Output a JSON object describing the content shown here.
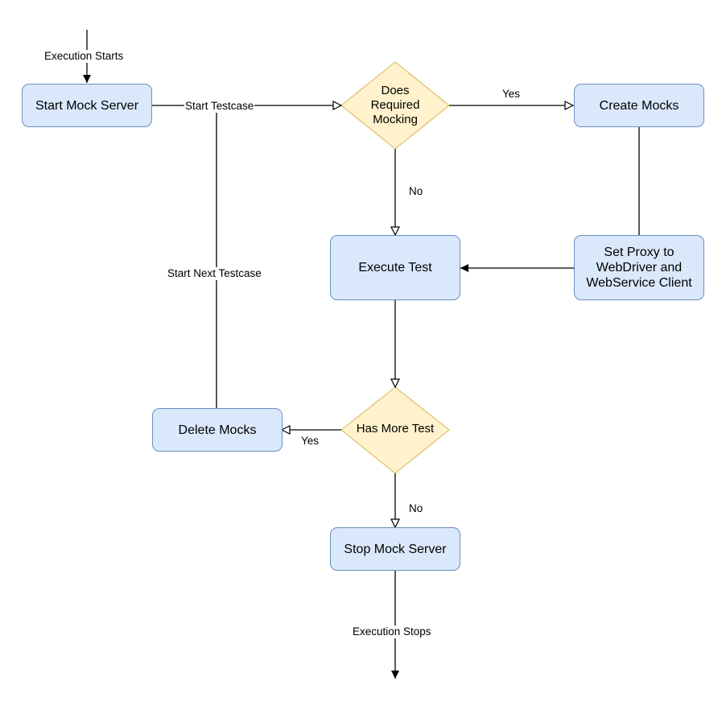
{
  "colors": {
    "process_fill": "#dae8fc",
    "process_stroke": "#6c8ebf",
    "decision_fill": "#fff2cc",
    "decision_stroke": "#d6b656",
    "edge": "#000000"
  },
  "nodes": {
    "start_mock_server": "Start Mock Server",
    "does_required_mocking": "Does\nRequired\nMocking",
    "create_mocks": "Create Mocks",
    "execute_test": "Execute Test",
    "set_proxy": "Set Proxy to\nWebDriver and\nWebService Client",
    "has_more_test": "Has More Test",
    "delete_mocks": "Delete Mocks",
    "stop_mock_server": "Stop Mock Server"
  },
  "edge_labels": {
    "execution_starts": "Execution Starts",
    "start_testcase": "Start Testcase",
    "yes_mocking": "Yes",
    "no_mocking": "No",
    "start_next_testcase": "Start Next Testcase",
    "yes_more_test": "Yes",
    "no_more_test": "No",
    "execution_stops": "Execution Stops"
  }
}
